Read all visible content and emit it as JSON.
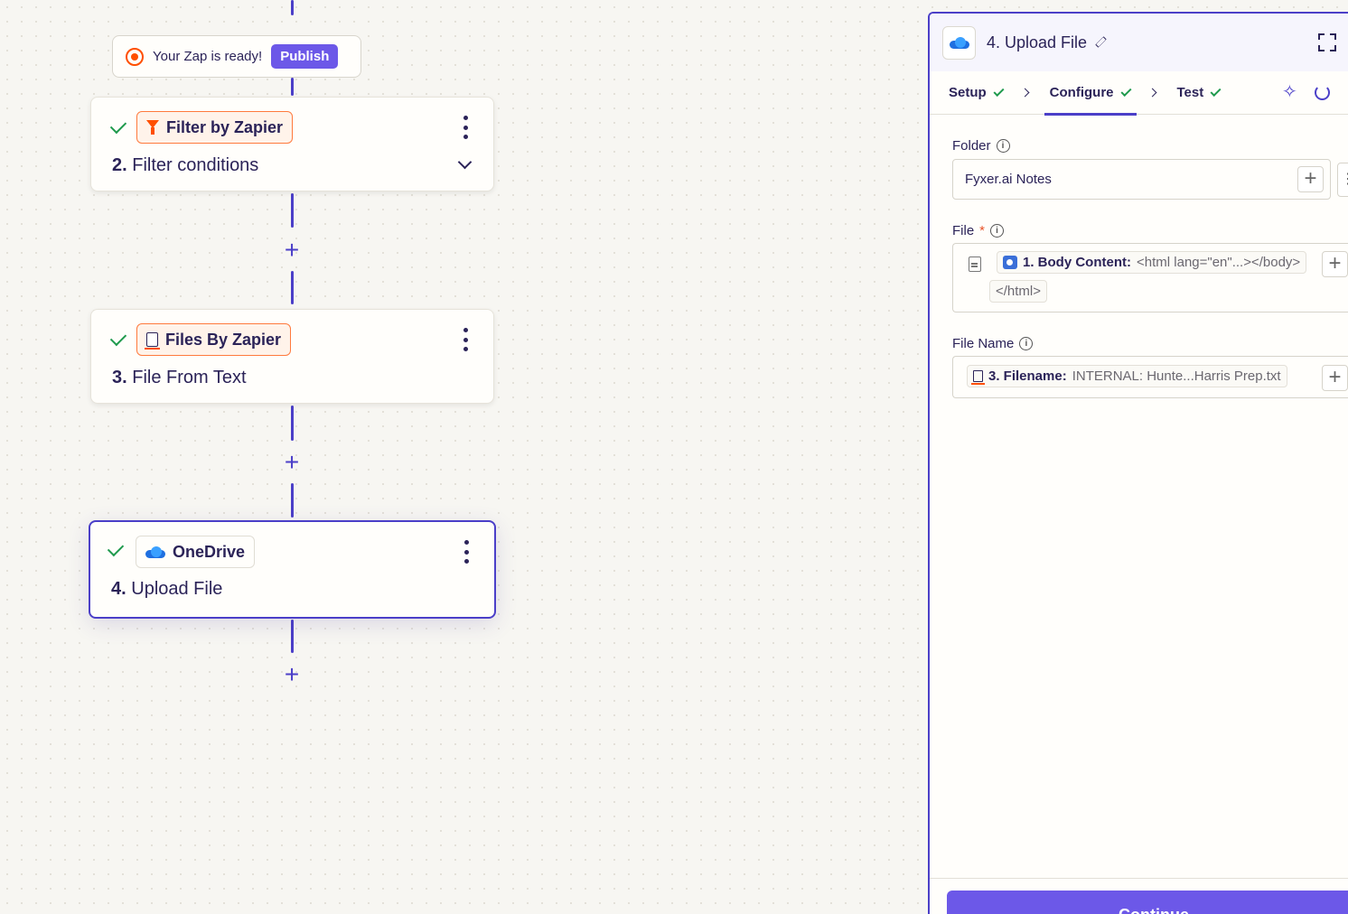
{
  "ready_banner": {
    "text": "Your Zap is ready!",
    "publish_label": "Publish"
  },
  "steps": [
    {
      "app": "Filter by Zapier",
      "number": "2.",
      "name": "Filter conditions",
      "icon": "filter-icon"
    },
    {
      "app": "Files By Zapier",
      "number": "3.",
      "name": "File From Text",
      "icon": "file-icon"
    },
    {
      "app": "OneDrive",
      "number": "4.",
      "name": "Upload File",
      "icon": "onedrive-cloud-icon"
    }
  ],
  "panel": {
    "title": "4. Upload File",
    "tabs": [
      {
        "label": "Setup",
        "complete": true
      },
      {
        "label": "Configure",
        "complete": true,
        "active": true
      },
      {
        "label": "Test",
        "complete": true
      }
    ],
    "fields": {
      "folder": {
        "label": "Folder",
        "value": "Fyxer.ai Notes"
      },
      "file": {
        "label": "File",
        "required_mark": "*",
        "pill_label": "1. Body Content:",
        "pill_value": "<html lang=\"en\"...></body>",
        "pill_overflow": "</html>"
      },
      "file_name": {
        "label": "File Name",
        "pill_label": "3. Filename:",
        "pill_value": "INTERNAL: Hunte...Harris Prep.txt"
      }
    },
    "continue_label": "Continue"
  },
  "colors": {
    "accent": "#4b3fc8",
    "button": "#6c58e8",
    "zapier_orange": "#ff4f00",
    "success": "#1f9a4d"
  }
}
